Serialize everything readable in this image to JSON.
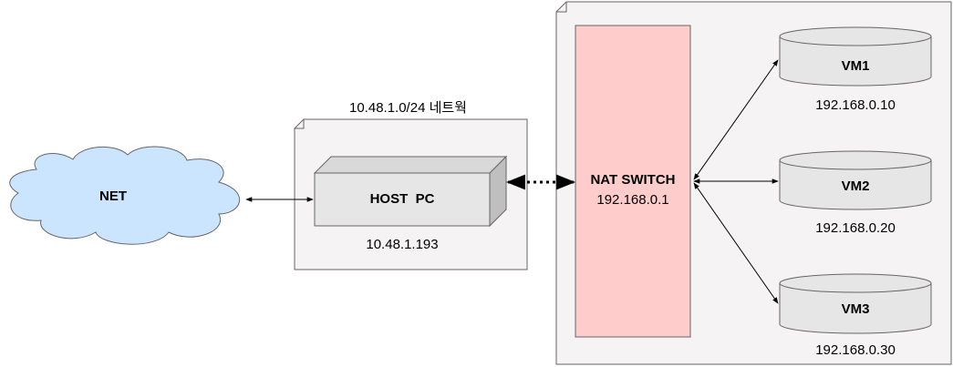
{
  "network": {
    "subnet_label": "10.48.1.0/24 네트웍"
  },
  "net": {
    "label": "NET"
  },
  "host": {
    "label": "HOST  PC",
    "ip": "10.48.1.193"
  },
  "nat_switch": {
    "label": "NAT SWITCH",
    "ip": "192.168.0.1"
  },
  "vms": [
    {
      "label": "VM1",
      "ip": "192.168.0.10"
    },
    {
      "label": "VM2",
      "ip": "192.168.0.20"
    },
    {
      "label": "VM3",
      "ip": "192.168.0.30"
    }
  ],
  "colors": {
    "cloud_fill": "#cce5ff",
    "panel_fill": "#f5f3f3",
    "switch_fill": "#ffcccc",
    "device_fill": "#e6e6e6"
  }
}
